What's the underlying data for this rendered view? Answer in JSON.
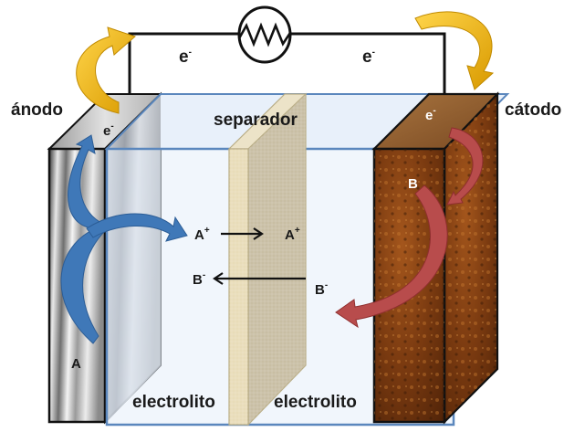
{
  "diagram": {
    "title": "Electrochemical cell (battery) schematic",
    "labels": {
      "anode": "ánodo",
      "cathode": "cátodo",
      "separator": "separador",
      "electrolyte_left": "electrolito",
      "electrolyte_right": "electrolito"
    },
    "circuit": {
      "component": "resistor-load",
      "electron_left": {
        "base": "e",
        "charge": "-"
      },
      "electron_right": {
        "base": "e",
        "charge": "-"
      }
    },
    "anode": {
      "species": "A",
      "electron_label": {
        "base": "e",
        "charge": "-"
      },
      "material": "metal (silver/grey)"
    },
    "cathode": {
      "species": "B",
      "electron_label": {
        "base": "e",
        "charge": "-"
      },
      "material": "rust-brown porous"
    },
    "ions": {
      "cation_left": {
        "base": "A",
        "charge": "+"
      },
      "cation_right": {
        "base": "A",
        "charge": "+"
      },
      "anion_left": {
        "base": "B",
        "charge": "-"
      },
      "anion_right": {
        "base": "B",
        "charge": "-"
      }
    },
    "flows": [
      {
        "name": "electron-out-of-anode",
        "color": "#f0b400",
        "direction": "anode-to-wire"
      },
      {
        "name": "electron-into-cathode",
        "color": "#f0b400",
        "direction": "wire-to-cathode"
      },
      {
        "name": "anode-oxidation",
        "color": "#3f78b8",
        "direction": "A to A+ and e-"
      },
      {
        "name": "cathode-reduction",
        "color": "#b84c4c",
        "direction": "B and e- to B-"
      },
      {
        "name": "cation-migration",
        "color": "#111111",
        "direction": "left-to-right"
      },
      {
        "name": "anion-migration",
        "color": "#111111",
        "direction": "right-to-left"
      }
    ],
    "colors": {
      "electrolyte_fill": "#e6eff9",
      "electrolyte_border": "#5b87bd",
      "separator_front": "#e8dcb8",
      "separator_side": "#c9bfa2",
      "anode_metal": "#b9b9b9",
      "cathode_fill": "#7a3a10",
      "electron_arrow": "#f0b400",
      "anode_arrow": "#3f78b8",
      "cathode_arrow": "#b84c4c"
    }
  }
}
